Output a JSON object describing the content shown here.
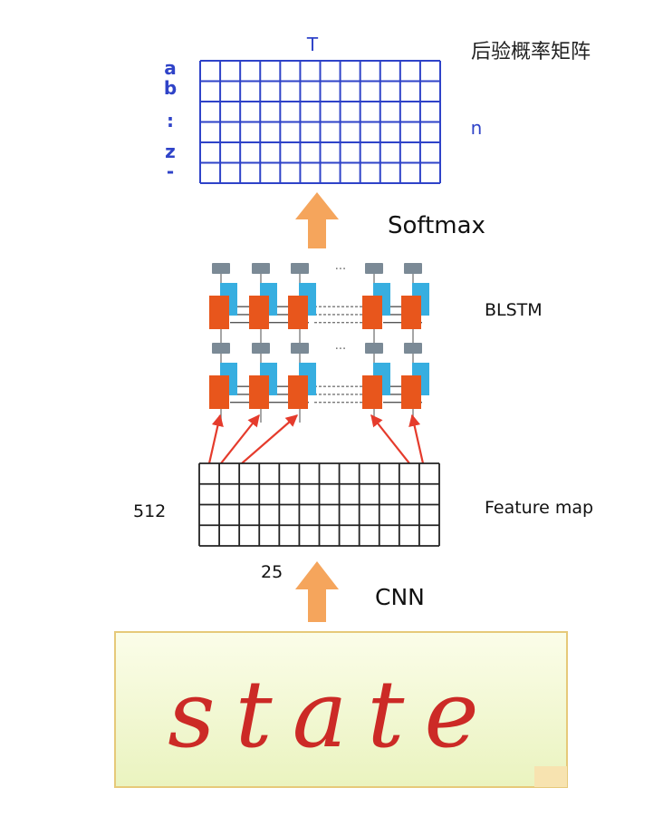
{
  "title": "后验概率矩阵",
  "matrix": {
    "top_label": "T",
    "side_label": "n",
    "row_labels": [
      "a",
      "b",
      ":",
      "z",
      "-"
    ]
  },
  "labels": {
    "softmax": "Softmax",
    "blstm": "BLSTM",
    "feature_map": "Feature map",
    "cnn": "CNN",
    "dim_512": "512",
    "dim_25": "25",
    "ellipsis": "..."
  },
  "input_image": {
    "text": "state"
  },
  "colors": {
    "matrix_grid": "#2f43c8",
    "arrow": "#f5a55c",
    "lstm_orange": "#e8561c",
    "lstm_blue": "#37aee0",
    "lstm_gray": "#7b8a96",
    "red_arrow": "#e53b2c",
    "banner_fill": "#f3f8d2",
    "state_red": "#cc2a26"
  }
}
